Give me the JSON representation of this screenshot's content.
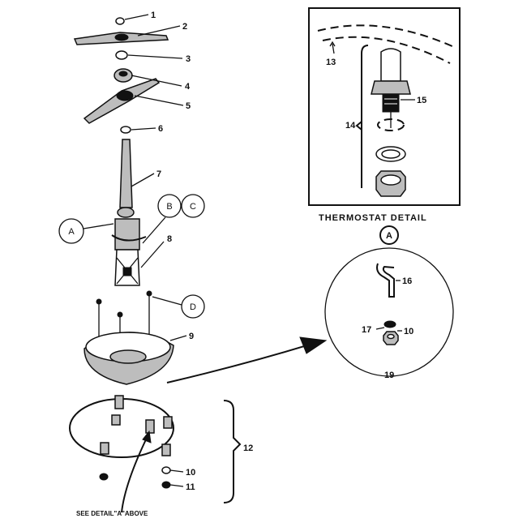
{
  "callouts": [
    "1",
    "2",
    "3",
    "4",
    "5",
    "6",
    "7",
    "8",
    "9",
    "10",
    "11",
    "12",
    "13",
    "14",
    "15",
    "16",
    "17",
    "10",
    "19"
  ],
  "detail_refs": [
    "A",
    "B",
    "C",
    "D"
  ],
  "inset": {
    "title": "THERMOSTAT DETAIL",
    "marker": "A"
  },
  "note": "SEE DETAIL\"A\"ABOVE"
}
